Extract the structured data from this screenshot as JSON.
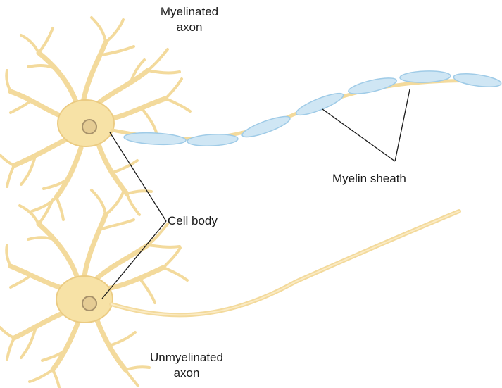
{
  "labels": {
    "myelinated_axon": [
      "Myelinated",
      "axon"
    ],
    "myelin_sheath": "Myelin sheath",
    "cell_body": "Cell body",
    "unmyelinated_axon": [
      "Unmyelinated",
      "axon"
    ]
  },
  "colors": {
    "neuron_fill": "#F7E2A6",
    "neuron_edge": "#EBCB82",
    "nucleus_fill": "#E5CC94",
    "nucleus_edge": "#A8926B",
    "myelin_fill": "#CFE6F4",
    "myelin_edge": "#9FCBE7",
    "leader_line": "#1a1a1a"
  }
}
